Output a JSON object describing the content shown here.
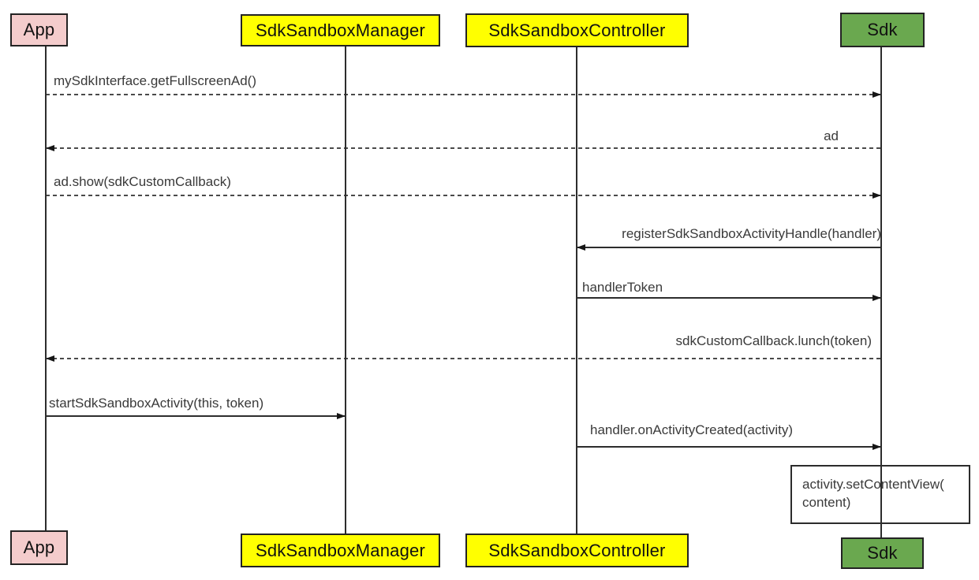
{
  "diagram": {
    "type": "uml-sequence-diagram",
    "background": "#ffffff",
    "colors": {
      "actor_app_fill": "#f4cccc",
      "actor_manager_fill": "#ffff00",
      "actor_controller_fill": "#ffff00",
      "actor_sdk_fill": "#6aa84f",
      "line_color": "#2d2d2d",
      "text_color": "#3a3a3a"
    },
    "actors": [
      {
        "label": "App",
        "fill": "#f4cccc"
      },
      {
        "label": "SdkSandboxManager",
        "fill": "#ffff00"
      },
      {
        "label": "SdkSandboxController",
        "fill": "#ffff00"
      },
      {
        "label": "Sdk",
        "fill": "#6aa84f"
      }
    ],
    "messages": [
      {
        "label": "mySdkInterface.getFullscreenAd()",
        "from": "App",
        "to": "Sdk",
        "line": "dashed",
        "direction": "right"
      },
      {
        "label": "ad",
        "from": "Sdk",
        "to": "App",
        "line": "dashed",
        "direction": "left"
      },
      {
        "label": "ad.show(sdkCustomCallback)",
        "from": "App",
        "to": "Sdk",
        "line": "dashed",
        "direction": "right"
      },
      {
        "label": "registerSdkSandboxActivityHandle(handler)",
        "from": "Sdk",
        "to": "SdkSandboxController",
        "line": "solid",
        "direction": "left"
      },
      {
        "label": "handlerToken",
        "from": "SdkSandboxController",
        "to": "Sdk",
        "line": "solid",
        "direction": "right"
      },
      {
        "label": "sdkCustomCallback.lunch(token)",
        "from": "Sdk",
        "to": "App",
        "line": "dashed",
        "direction": "left"
      },
      {
        "label": "startSdkSandboxActivity(this, token)",
        "from": "App",
        "to": "SdkSandboxManager",
        "line": "solid",
        "direction": "right"
      },
      {
        "label": "handler.onActivityCreated(activity)",
        "from": "SdkSandboxController",
        "to": "Sdk",
        "line": "solid",
        "direction": "right"
      }
    ],
    "note": {
      "on": "Sdk",
      "line1": "activity.setContentView(",
      "line2": "content)"
    }
  }
}
